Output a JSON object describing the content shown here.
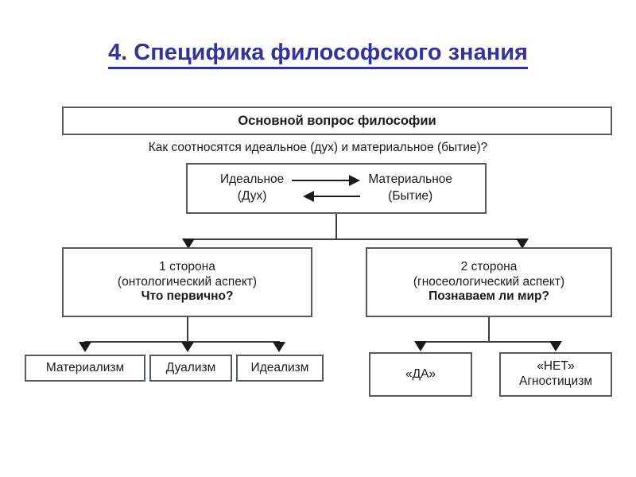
{
  "slide": {
    "title": "4. Специфика философского знания",
    "title_color": "#333399"
  },
  "diagram": {
    "type": "tree",
    "root": {
      "header_label": "Основной вопрос философии",
      "subtitle": "Как соотносятся идеальное (дух) и материальное (бытие)?"
    },
    "relation": {
      "left_line_1": "Идеальное",
      "left_line_2": "(Дух)",
      "right_line_1": "Материальное",
      "right_line_2": "(Бытие)",
      "arrow_top": "arrow-right",
      "arrow_bottom": "arrow-left"
    },
    "branches": [
      {
        "line_1": "1 сторона",
        "line_2": "(онтологический аспект)",
        "line_3": "Что первично?",
        "children": [
          {
            "label": "Материализм"
          },
          {
            "label": "Дуализм"
          },
          {
            "label": "Идеализм"
          }
        ]
      },
      {
        "line_1": "2 сторона",
        "line_2": "(гносеологический аспект)",
        "line_3": "Познаваем ли мир?",
        "children": [
          {
            "line_1": "«ДА»",
            "line_2": ""
          },
          {
            "line_1": "«НЕТ»",
            "line_2": "Агностицизм"
          }
        ]
      }
    ],
    "colors": {
      "box_border": "#555a5f",
      "connector": "#3a3f44",
      "text": "#1b1b1b",
      "background": "#ffffff"
    }
  }
}
